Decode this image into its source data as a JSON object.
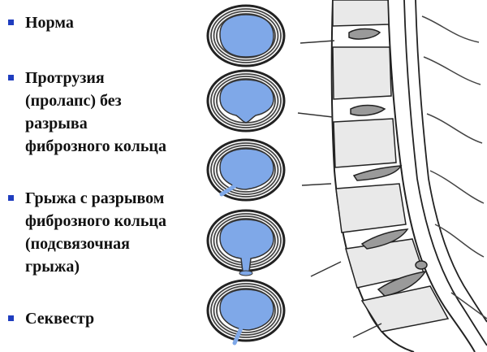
{
  "legend": {
    "items": [
      {
        "label": "Норма"
      },
      {
        "label": "Протрузия\n(пролапс) без\nразрыва\nфиброзного  кольца"
      },
      {
        "label": "Грыжа с разрывом\nфиброзного кольца\n(подсвязочная\nгрыжа)"
      },
      {
        "label": "Секвестр"
      }
    ],
    "bullet_color": "#1f3dbf"
  },
  "colors": {
    "nucleus": "#7fa8e8",
    "annulus_ring": "#555555",
    "disc_outline": "#222222",
    "spine_fill": "#e6e6e6",
    "disc_inline": "#9a9a9a",
    "line": "#333333"
  }
}
